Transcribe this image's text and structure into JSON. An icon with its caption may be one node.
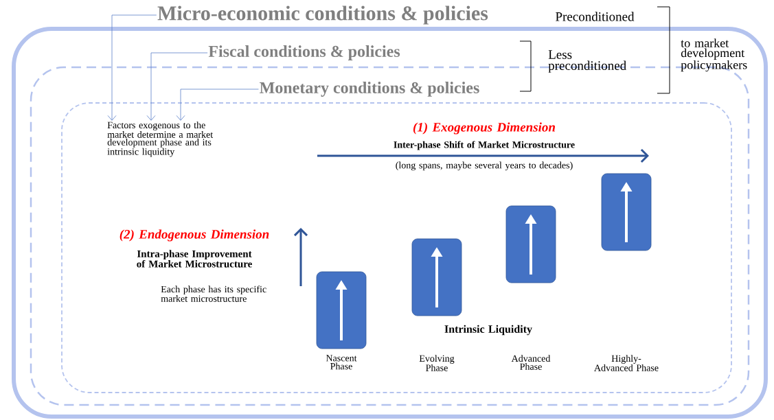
{
  "diagram": {
    "nodes": [
      {
        "text": [],
        "shape": "box"
      },
      {
        "text": [
          "Micro-economic conditions & policies"
        ]
      },
      {
        "text": [],
        "shape": "box",
        "in": 0
      },
      {
        "text": [
          "Fiscal conditions & policies"
        ],
        "in": 0
      },
      {
        "text": [],
        "shape": "box",
        "in": 2
      },
      {
        "text": [
          "Monetary conditions & policies"
        ],
        "in": 2
      },
      {
        "text": [
          "Factors exogenous to the market determine a market development phase and its intrinsic liquidity"
        ],
        "in": 4
      },
      {
        "text": [],
        "shape": "box",
        "in": 4
      },
      {
        "text": [],
        "shape": "box",
        "in": 4
      },
      {
        "text": [],
        "shape": "box",
        "in": 4
      },
      {
        "text": [],
        "shape": "box",
        "in": 4
      }
    ],
    "edges": [
      {
        "from": 1,
        "to": 6,
        "arrow": "to"
      },
      {
        "from": 3,
        "to": 6,
        "arrow": "to"
      },
      {
        "from": 5,
        "to": 6,
        "arrow": "to"
      }
    ],
    "labels": [
      "Preconditioned",
      "Less preconditioned",
      "to market development policymakers",
      "(1) Exogenous Dimension",
      "Inter-phase Shift of Market Microstructure",
      "(long spans, maybe several years to decades)",
      "(2) Endogenous Dimension",
      "Intra-phase Improvement of Market Microstructure",
      "Each phase has its specific market microstructure",
      "Intrinsic Liquidity",
      "Nascent Phase",
      "Evolving Phase",
      "Advanced Phase",
      "Highly-Advanced Phase"
    ]
  }
}
